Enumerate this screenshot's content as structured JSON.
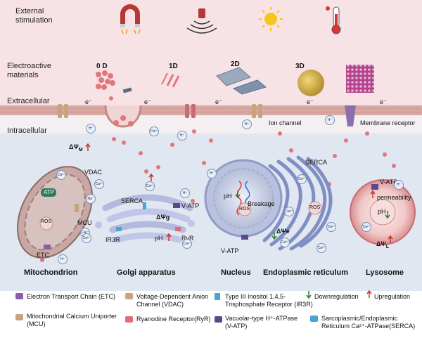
{
  "rows": {
    "external": "External\nstimulation",
    "materials": "Electroactive\nmaterials",
    "extracellular": "Extracellular",
    "intracellular": "Intracellular"
  },
  "dimensions": [
    "0 D",
    "1D",
    "2D",
    "3D"
  ],
  "membrane": {
    "electron": "e⁻",
    "ion_channel": "Ion channel",
    "membrane_receptor": "Membrane receptor"
  },
  "ions": {
    "h": "H⁺",
    "ca": "Ca²⁺",
    "na": "Na⁺"
  },
  "mitochondrion": {
    "title": "Mitochondrion",
    "delta_psi": "ΔΨ",
    "delta_psi_sub": "M",
    "vdac": "VDAC",
    "atp": "ATP",
    "ros": "ROS",
    "mcu": "MCU",
    "etc": "ETC"
  },
  "golgi": {
    "title": "Golgi apparatus",
    "serca": "SERCA",
    "v_atp": "V-ATP",
    "delta_psi": "ΔΨg",
    "ir3r": "IR3R",
    "ph": "pH",
    "ryr": "RyR"
  },
  "nucleus": {
    "title": "Nucleus",
    "ph": "pH",
    "ros": "ROS",
    "breakage": "Breakage",
    "v_atp": "V-ATP"
  },
  "er": {
    "title": "Endoplasmic reticulum",
    "serca": "SERCA",
    "ros": "ROS",
    "delta_psi": "ΔΨe"
  },
  "lysosome": {
    "title": "Lysosome",
    "v_atp": "V-ATP",
    "permeability": "permeability",
    "ph": "pH",
    "delta_psi": "ΔΨ",
    "delta_psi_sub": "L"
  },
  "legend": {
    "etc": "Electron Transport Chain (ETC)",
    "mcu": "Mitochondrial Calcium Uniporter\n(MCU)",
    "vdac": "Voltage-Dependent Anion\nChannel (VDAC)",
    "ryr": "Ryanodine Receptor(RyR)",
    "ir3r": "Type III Inositol 1,4,5-\nTrisphosphate Receptor (IR3R)",
    "vatp": "Vacuolar-type H⁺-ATPase\n(V-ATP)",
    "down": "Downregulation",
    "up": "Upregulation",
    "serca": "Sarcoplasmic/Endoplasmic\nReticulum Ca²⁺-ATPase(SERCA)"
  },
  "colors": {
    "top_band": "#f7e3e6",
    "cell_bg": "#dfe6f1",
    "membrane": "#dba9a5",
    "mito": "#c7a8a4",
    "organelle": "#c9cde8",
    "er": "#7f8fc4",
    "ion": "#e9eef7",
    "particle": "#e2777a",
    "up_arrow": "#c0392b",
    "down_arrow": "#2e7d32"
  }
}
